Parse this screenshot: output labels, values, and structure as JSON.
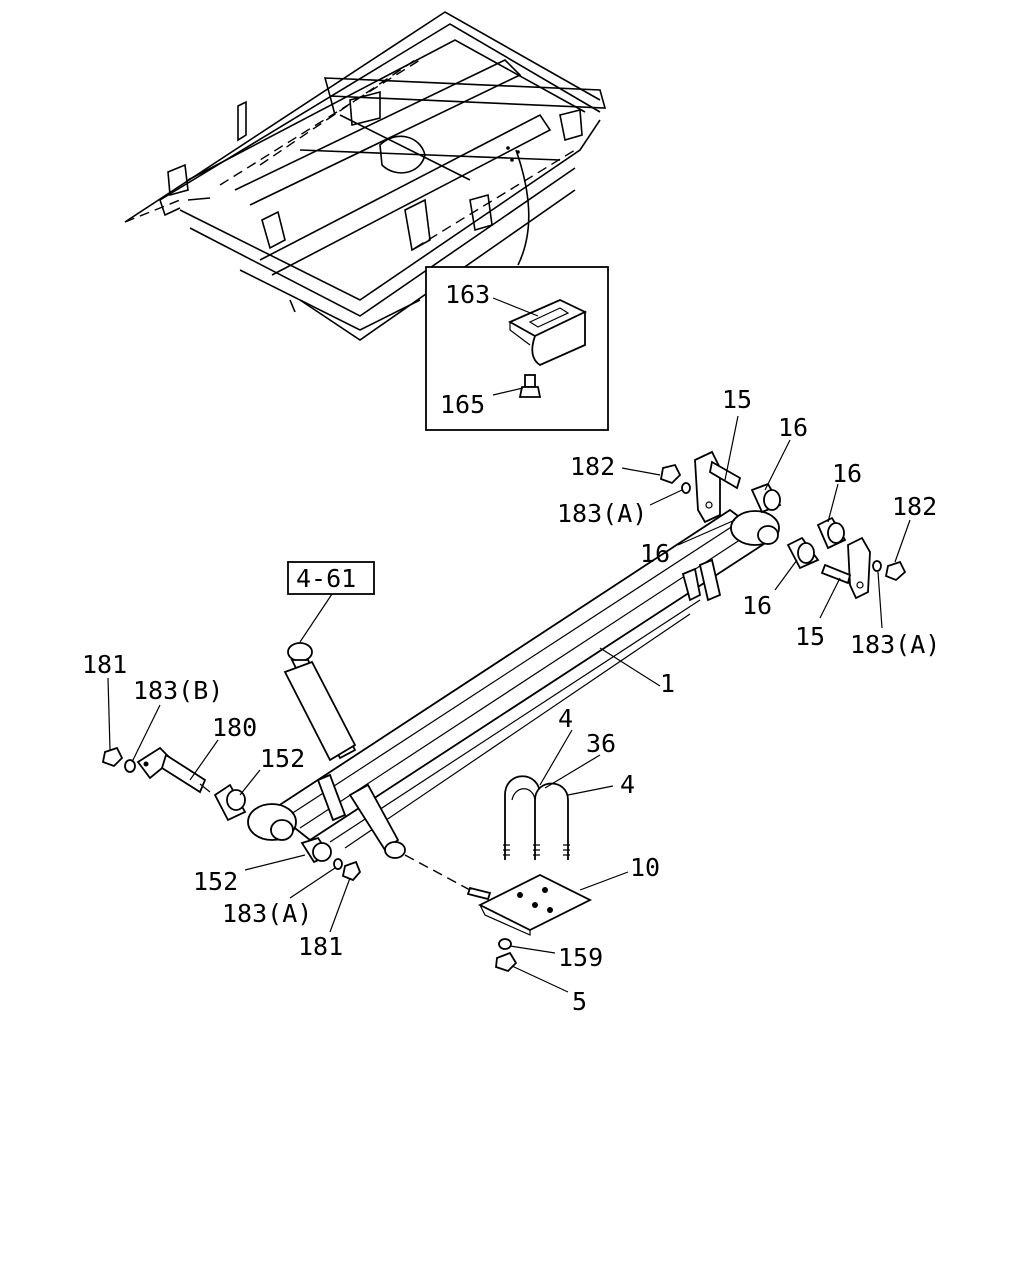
{
  "callouts": {
    "c163": "163",
    "c165": "165",
    "c15_top": "15",
    "c16_a": "16",
    "c16_b": "16",
    "c182_a": "182",
    "c182_b": "182",
    "c183a_top": "183(A)",
    "c16_c": "16",
    "c16_d": "16",
    "c15_bottom": "15",
    "c183a_right": "183(A)",
    "ref_4_61": "4-61",
    "c1": "1",
    "c181_top": "181",
    "c183b": "183(B)",
    "c180": "180",
    "c152_a": "152",
    "c4_a": "4",
    "c36": "36",
    "c4_b": "4",
    "c10": "10",
    "c152_b": "152",
    "c183a_left": "183(A)",
    "c181_bottom": "181",
    "c159": "159",
    "c5": "5"
  }
}
